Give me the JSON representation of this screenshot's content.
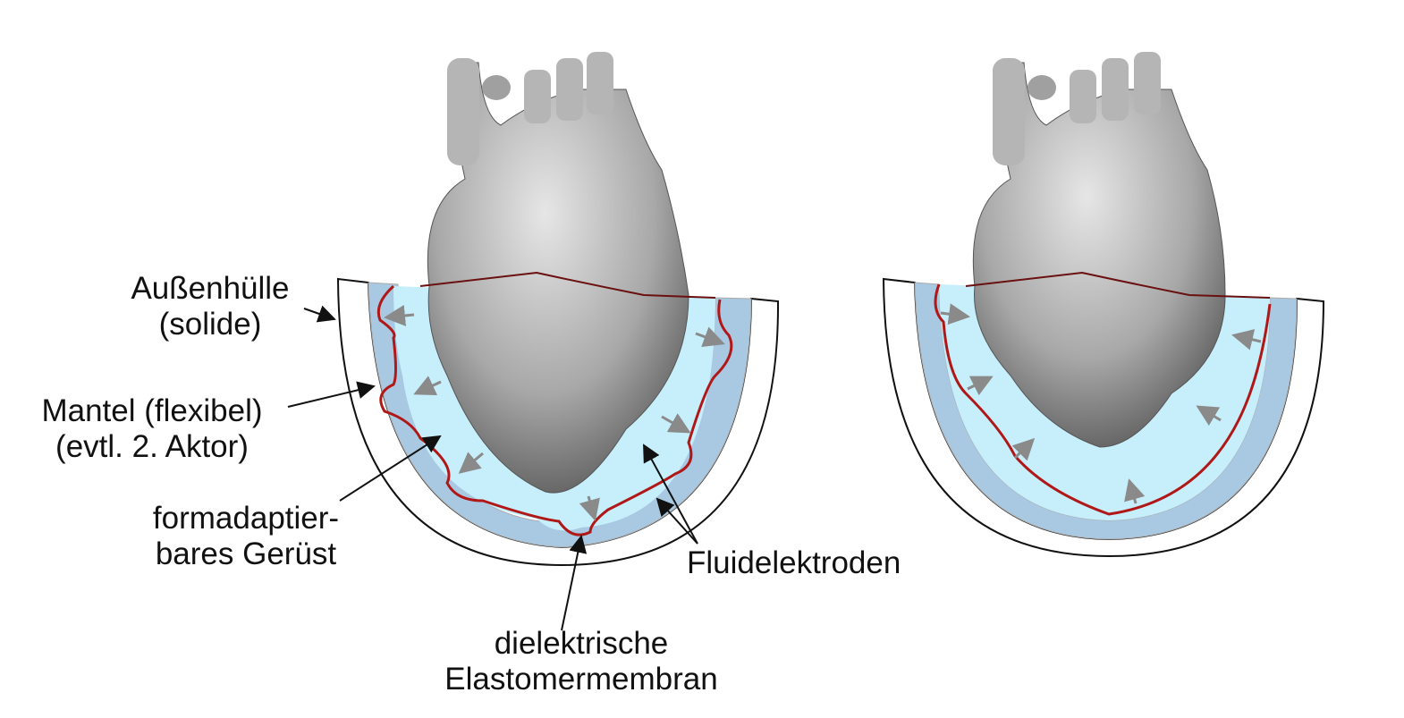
{
  "labels": {
    "outer_shell": [
      "Außenhülle",
      "(solide)"
    ],
    "mantle": [
      "Mantel (flexibel)",
      "(evtl. 2. Aktor)"
    ],
    "scaffold": [
      "formadaptier-",
      "bares Gerüst"
    ],
    "fluid_electrodes": "Fluidelektroden",
    "membrane": [
      "dielektrische",
      "Elastomermembran"
    ]
  },
  "colors": {
    "shell": "#ffffff",
    "mantle": "#a9c9e2",
    "fluid": "#c6eefb",
    "membrane": "#b01818",
    "heart": "#9a9a9a",
    "arrow": "#8a8a8a"
  }
}
